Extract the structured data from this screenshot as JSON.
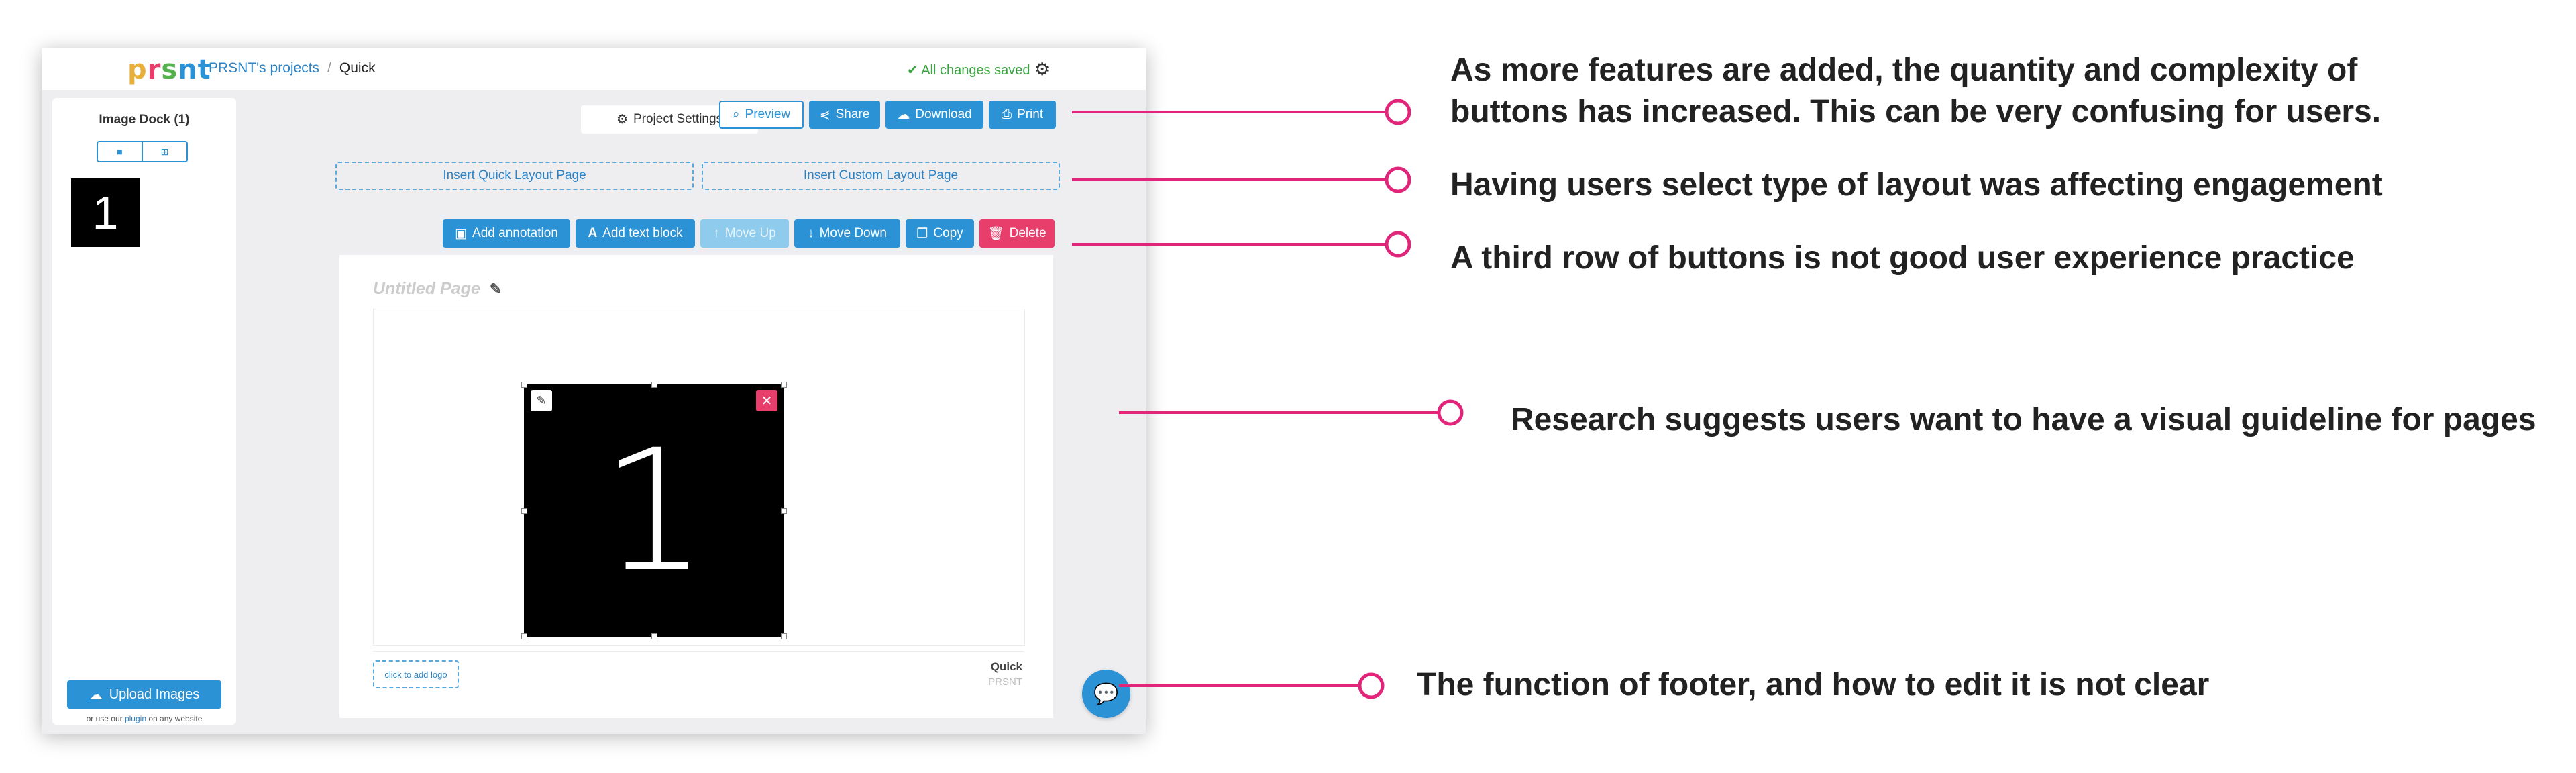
{
  "header": {
    "logo": [
      "p",
      "r",
      "s",
      "n",
      "t"
    ],
    "breadcrumb_projects": "PRSNT's projects",
    "breadcrumb_sep": "/",
    "breadcrumb_current": "Quick",
    "saved_status": "All changes saved",
    "icons": {
      "check": "check-icon",
      "settings": "gear-icon"
    }
  },
  "dock": {
    "title": "Image Dock (1)",
    "thumbnail_label": "1",
    "upload_label": "Upload Images",
    "plugin_prefix": "or use our",
    "plugin_link": "plugin",
    "plugin_suffix": "on any website"
  },
  "toolbar": {
    "project_settings": "Project Settings",
    "preview": "Preview",
    "share": "Share",
    "download": "Download",
    "print": "Print"
  },
  "insert": {
    "quick_layout": "Insert Quick Layout Page",
    "custom_layout": "Insert Custom Layout Page"
  },
  "page_actions": {
    "add_annotation": "Add annotation",
    "add_text_block": "Add text block",
    "move_up": "Move Up",
    "move_down": "Move Down",
    "copy": "Copy",
    "delete": "Delete"
  },
  "page": {
    "title": "Untitled Page",
    "image_label": "1",
    "footer_logo": "click to add logo",
    "footer_project": "Quick",
    "footer_brand": "PRSNT"
  },
  "annotations": [
    {
      "lines": [
        "As more features are added, the quantity and complexity of",
        "buttons has increased. This can be very confusing for users."
      ]
    },
    {
      "lines": [
        "Having users select type of layout was affecting engagement"
      ]
    },
    {
      "lines": [
        "A third row of buttons is not good user experience practice"
      ]
    },
    {
      "lines": [
        "Research suggests users want to have a visual guideline for pages"
      ]
    },
    {
      "lines": [
        "The function of footer, and how to edit it is not clear"
      ]
    }
  ],
  "colors": {
    "accent": "#2b92d6",
    "danger": "#e83e6c",
    "success": "#3aa541",
    "connector": "#e0257a",
    "logo": [
      "#e8b03a",
      "#e83e6c",
      "#56b24f",
      "#2b92d6",
      "#2b92d6"
    ]
  }
}
